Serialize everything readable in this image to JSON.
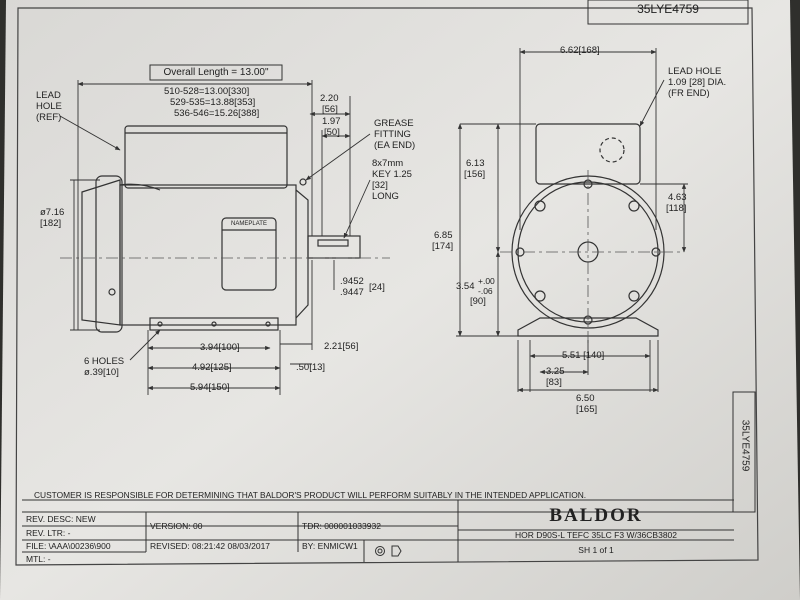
{
  "drawing_number": "35LYE4759",
  "drawing_number_vertical": "35LYE4759",
  "side_view": {
    "overall_length": "Overall Length = 13.00\"",
    "length_line_1": "510-528=13.00[330]",
    "length_line_2": "529-535=13.88[353]",
    "length_line_3": "536-546=15.26[388]",
    "dim_220": "2.20",
    "dim_220_mm": "[56]",
    "dim_197": "1.97",
    "dim_197_mm": "[50]",
    "lead_hole_ref": [
      "LEAD",
      "HOLE",
      "(REF)"
    ],
    "grease_fitting": [
      "GREASE",
      "FITTING",
      "(EA END)"
    ],
    "key": [
      "8x7mm",
      "KEY 1.25",
      "[32]",
      "LONG"
    ],
    "diameter": "ø7.16",
    "diameter_mm": "[182]",
    "nameplate": "NAMEPLATE",
    "shaft_dia_1": ".9452",
    "shaft_dia_2": ".9447",
    "shaft_dia_mm": "[24]",
    "holes_label": [
      "6 HOLES",
      "ø.39[10]"
    ],
    "dim_394": "3.94[100]",
    "dim_492": "4.92[125]",
    "dim_594": "5.94[150]",
    "dim_221": "2.21[56]",
    "dim_050": ".50[13]"
  },
  "end_view": {
    "dim_662": "6.62[168]",
    "lead_hole_fr": [
      "LEAD HOLE",
      "1.09 [28] DIA.",
      "(FR END)"
    ],
    "dim_613": "6.13",
    "dim_613_mm": "[156]",
    "dim_685": "6.85",
    "dim_685_mm": "[174]",
    "dim_463": "4.63",
    "dim_463_mm": "[118]",
    "dim_354": "3.54",
    "tol_plus": "+.00",
    "tol_minus": "-.06",
    "dim_354_mm": "[90]",
    "dim_551": "5.51 [140]",
    "dim_325": "3.25",
    "dim_325_mm": "[83]",
    "dim_650": "6.50",
    "dim_650_mm": "[165]"
  },
  "notice": "CUSTOMER IS RESPONSIBLE FOR DETERMINING THAT BALDOR'S PRODUCT WILL PERFORM SUITABLY IN THE INTENDED APPLICATION.",
  "title_block": {
    "rev_desc": "REV. DESC: NEW",
    "rev_ltr": "REV. LTR: -",
    "file": "FILE: \\AAA\\00236\\900",
    "mtl": "MTL: -",
    "version": "VERSION: 00",
    "revised": "REVISED: 08:21:42 08/03/2017",
    "tdr": "TDR: 000001033932",
    "by": "BY: ENMICW1",
    "brand": "BALDOR",
    "description": "HOR D90S-L TEFC 35LC F3 W/36CB3802",
    "sheet": "SH 1 of 1"
  }
}
